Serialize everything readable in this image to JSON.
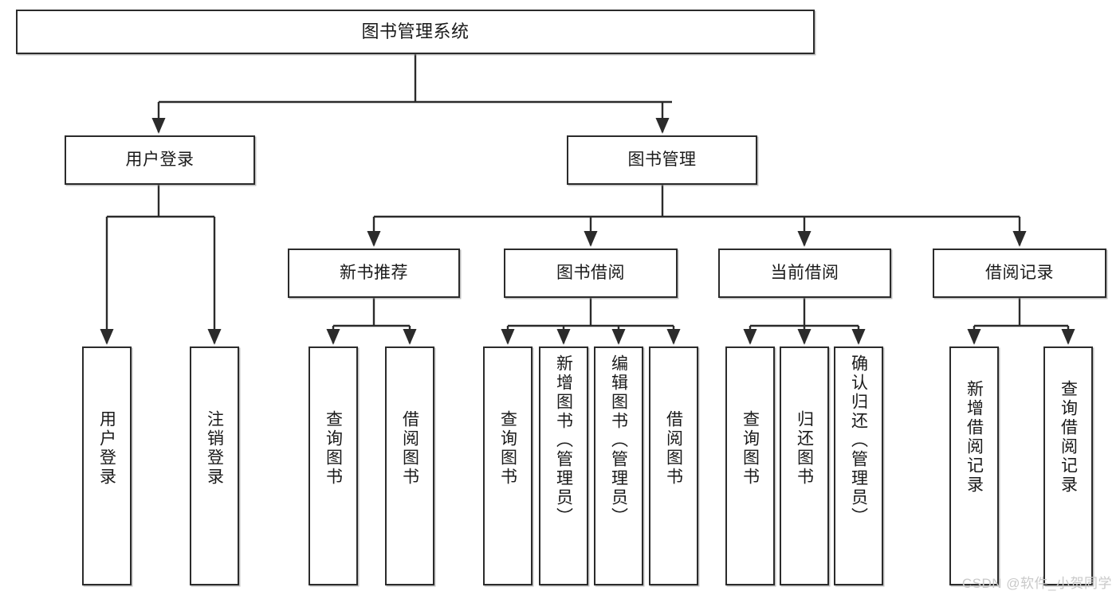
{
  "diagram": {
    "type": "tree-hierarchy-flowchart",
    "root": {
      "id": "root",
      "label": "图书管理系统"
    },
    "level2": [
      {
        "id": "user-login",
        "label": "用户登录"
      },
      {
        "id": "book-management",
        "label": "图书管理"
      }
    ],
    "level3": [
      {
        "id": "new-book-recommend",
        "label": "新书推荐",
        "parent": "book-management"
      },
      {
        "id": "book-borrow",
        "label": "图书借阅",
        "parent": "book-management"
      },
      {
        "id": "current-borrow",
        "label": "当前借阅",
        "parent": "book-management"
      },
      {
        "id": "borrow-record",
        "label": "借阅记录",
        "parent": "book-management"
      }
    ],
    "leaves": [
      {
        "id": "leaf-user-login",
        "label": "用户登录",
        "parent": "user-login"
      },
      {
        "id": "leaf-logout",
        "label": "注销登录",
        "parent": "user-login"
      },
      {
        "id": "leaf-query-book-1",
        "label": "查询图书",
        "parent": "new-book-recommend"
      },
      {
        "id": "leaf-borrow-book-1",
        "label": "借阅图书",
        "parent": "new-book-recommend"
      },
      {
        "id": "leaf-query-book-2",
        "label": "查询图书",
        "parent": "book-borrow"
      },
      {
        "id": "leaf-add-book",
        "label": "新增图书（管理员）",
        "parent": "book-borrow"
      },
      {
        "id": "leaf-edit-book",
        "label": "编辑图书（管理员）",
        "parent": "book-borrow"
      },
      {
        "id": "leaf-borrow-book-2",
        "label": "借阅图书",
        "parent": "book-borrow"
      },
      {
        "id": "leaf-query-book-3",
        "label": "查询图书",
        "parent": "current-borrow"
      },
      {
        "id": "leaf-return-book",
        "label": "归还图书",
        "parent": "current-borrow"
      },
      {
        "id": "leaf-confirm-return",
        "label": "确认归还（管理员）",
        "parent": "current-borrow"
      },
      {
        "id": "leaf-add-record",
        "label": "新增借阅记录",
        "parent": "borrow-record"
      },
      {
        "id": "leaf-query-record",
        "label": "查询借阅记录",
        "parent": "borrow-record"
      }
    ]
  },
  "watermark": {
    "text": "CSDN @软件_小贺同学"
  },
  "colors": {
    "stroke": "#2b2b2b",
    "background": "#ffffff",
    "text": "#1a1a1a",
    "watermark": "#c9c9c9"
  }
}
